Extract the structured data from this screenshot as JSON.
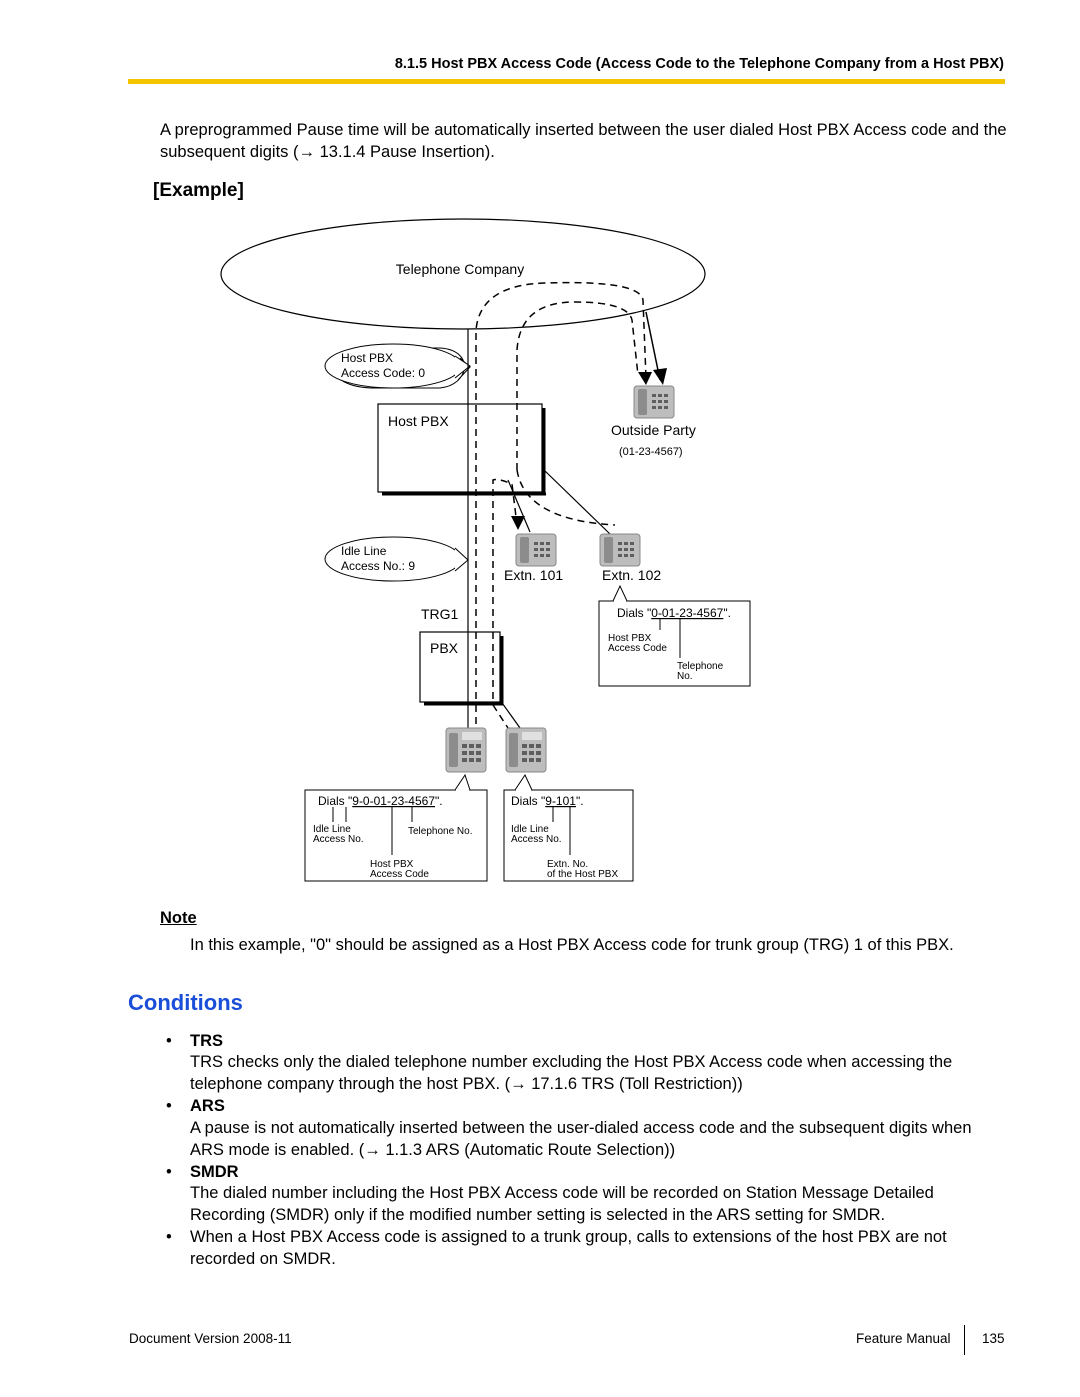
{
  "header": {
    "title": "8.1.5 Host PBX Access Code (Access Code to the Telephone Company from a Host PBX)"
  },
  "intro": {
    "text": "A preprogrammed Pause time will be automatically inserted between the user dialed Host PBX Access code and the subsequent digits (→ 13.1.4 Pause Insertion)."
  },
  "example": {
    "heading": "[Example]"
  },
  "diagram": {
    "telephone_company": "Telephone Company",
    "host_pbx_callout_1": "Host PBX",
    "host_pbx_callout_2": "Access Code: 0",
    "host_pbx_box": "Host PBX",
    "outside_party": "Outside Party",
    "outside_number": "(01-23-4567)",
    "idle_callout_1": "Idle Line",
    "idle_callout_2": "Access No.: 9",
    "extn_101": "Extn. 101",
    "extn_102": "Extn. 102",
    "trg1": "TRG1",
    "pbx_box": "PBX",
    "right_dial_prefix": "Dials \"",
    "right_dial_number": "0-01-23-4567",
    "right_dial_suffix": "\".",
    "right_host_pbx": "Host PBX",
    "right_access_code": "Access Code",
    "right_telephone": "Telephone",
    "right_no": "No.",
    "left_dial_prefix": "Dials \"",
    "left_dial_number": "9-0-01-23-4567",
    "left_dial_suffix": "\".",
    "left_idle_line": "Idle Line",
    "left_access_no": "Access No.",
    "left_telephone_no": "Telephone No.",
    "left_host_pbx": "Host PBX",
    "left_access_code": "Access Code",
    "mid_dial_prefix": "Dials \"",
    "mid_dial_number": "9-101",
    "mid_dial_suffix": "\".",
    "mid_idle_line": "Idle Line",
    "mid_access_no": "Access No.",
    "mid_extn_no": "Extn. No.",
    "mid_of_host_pbx": "of the Host PBX"
  },
  "note": {
    "heading": "Note",
    "text": "In this example, \"0\" should be assigned as a Host PBX Access code for trunk group (TRG) 1 of this PBX."
  },
  "conditions": {
    "heading": "Conditions",
    "bullet": "•",
    "items": [
      {
        "title": "TRS",
        "line1": "TRS checks only the dialed telephone number excluding the Host PBX Access code when accessing the",
        "line2": "telephone company through the host PBX. (→ 17.1.6 TRS (Toll Restriction))"
      },
      {
        "title": "ARS",
        "line1": "A pause is not automatically inserted between the user-dialed access code and the subsequent digits when",
        "line2": "ARS mode is enabled. (→ 1.1.3 ARS (Automatic Route Selection))"
      },
      {
        "title": "SMDR",
        "line1": "The dialed number including the Host PBX Access code will be recorded on Station Message Detailed",
        "line2": "Recording (SMDR) only if the modified number setting is selected in the ARS setting for SMDR."
      }
    ],
    "extra_line1": "When a Host PBX Access code is assigned to a trunk group, calls to extensions of the host PBX are not",
    "extra_line2": "recorded on SMDR."
  },
  "footer": {
    "doc_version": "Document Version  2008-11",
    "manual": "Feature Manual",
    "page": "135"
  }
}
